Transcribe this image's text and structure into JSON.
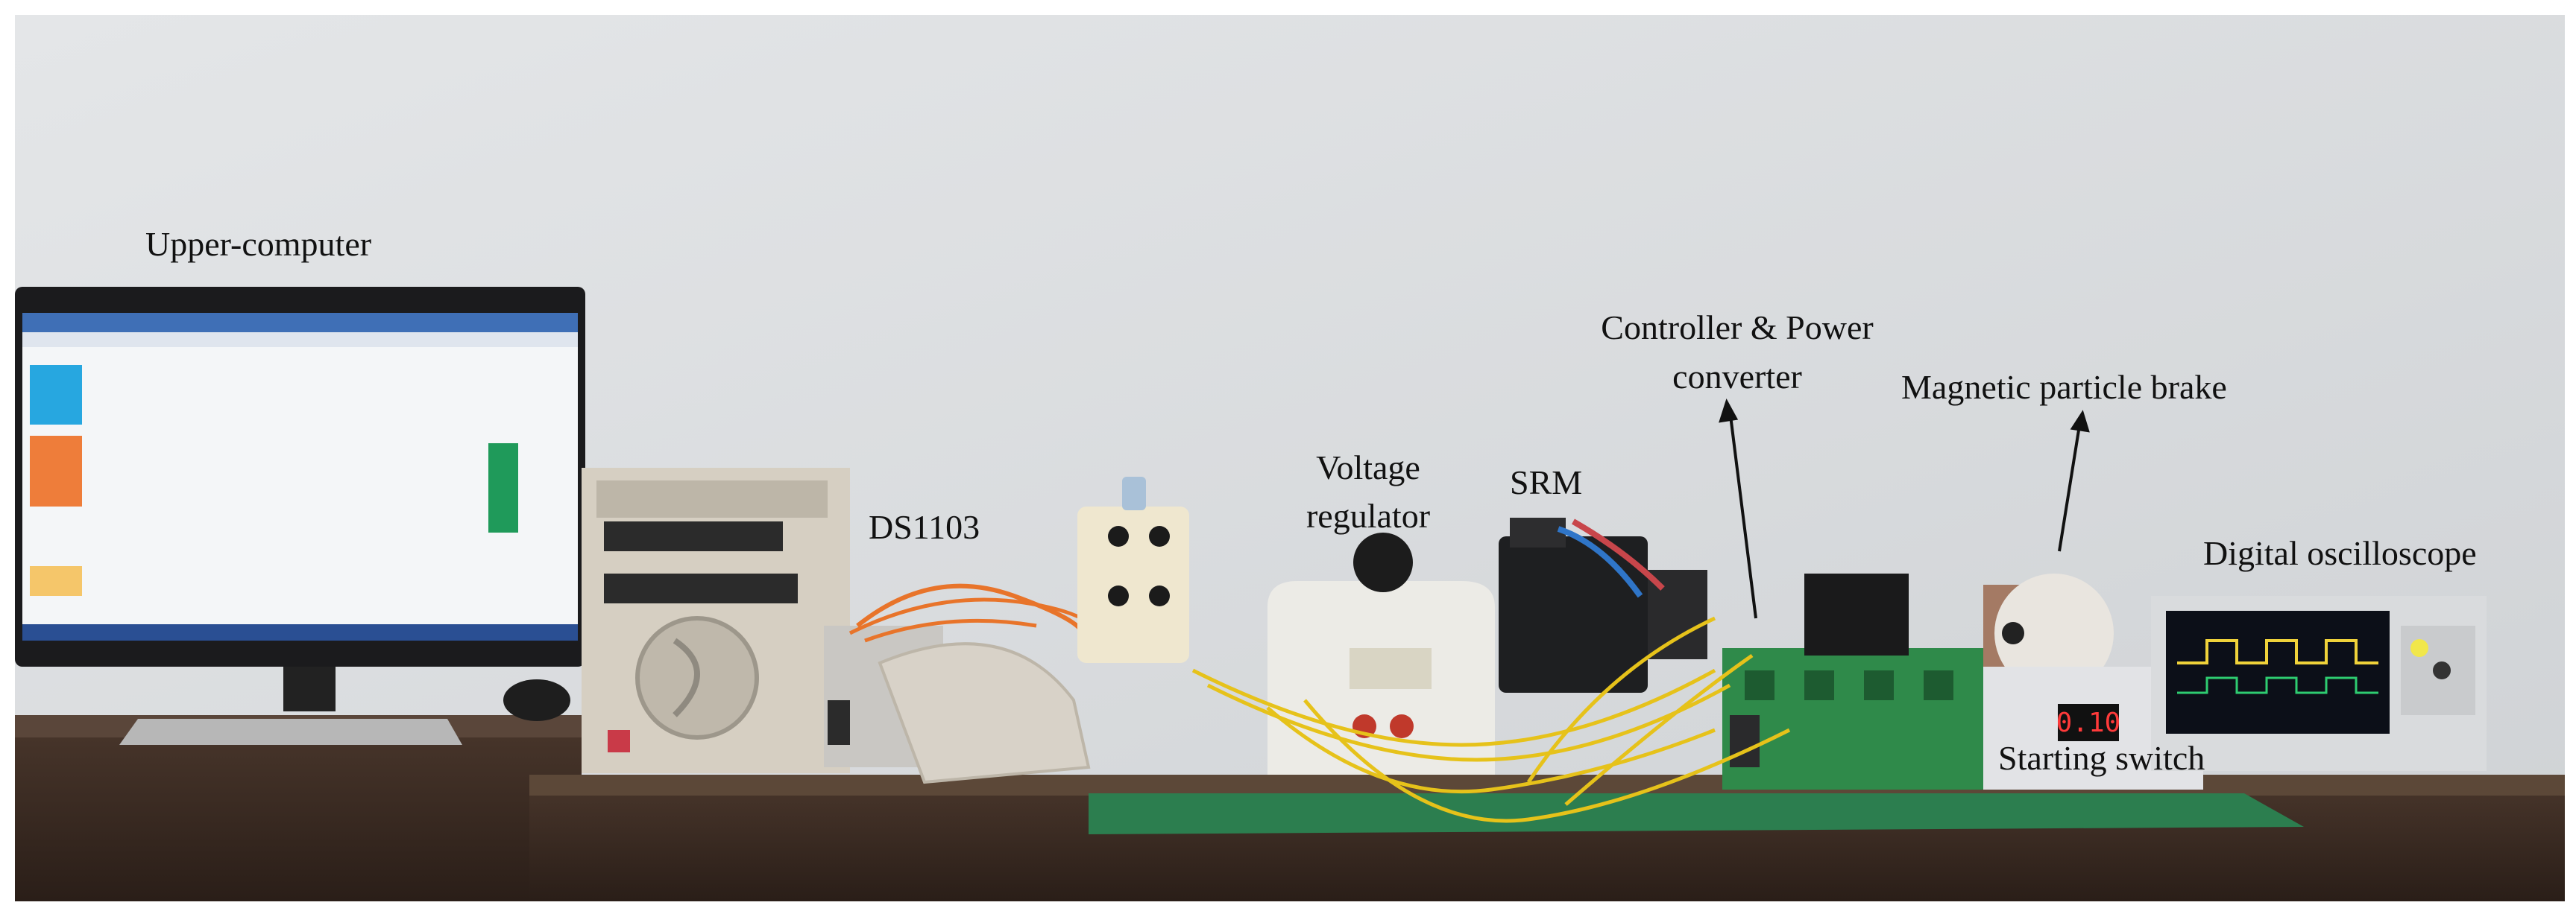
{
  "labels": {
    "upper_computer": "Upper-computer",
    "ds1103": "DS1103",
    "voltage_regulator_line1": "Voltage",
    "voltage_regulator_line2": "regulator",
    "srm": "SRM",
    "controller_line1": "Controller & Power",
    "controller_line2": "converter",
    "brake": "Magnetic particle brake",
    "oscilloscope": "Digital oscilloscope",
    "starting_switch": "Starting switch"
  },
  "displays": {
    "brake_readout": "0.10"
  },
  "colors": {
    "wall": "#d9dcdf",
    "desk": "#3a2a22",
    "pcb_green": "#2f8a4a",
    "fiber_yellow": "#e6c21a",
    "cable_orange": "#e8742a"
  }
}
